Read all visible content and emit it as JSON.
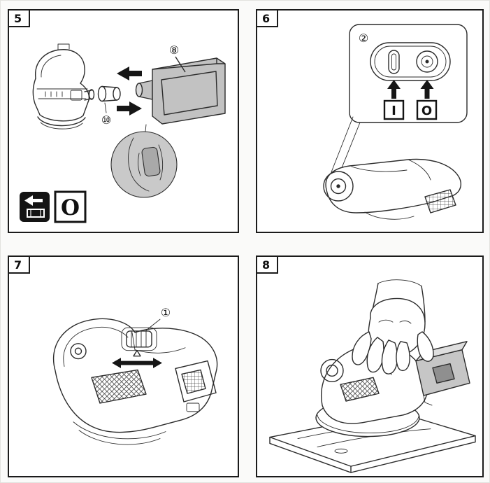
{
  "page": {
    "background": "#fafaf9",
    "panel_background": "#ffffff",
    "line_color": "#2b2b2b",
    "shade_gray": "#c2c2c2",
    "icon_black": "#141414"
  },
  "icons": {
    "eject_dust_box": "eject-dust-box-icon",
    "arrow_left": "arrow-left-icon",
    "arrow_right": "arrow-right-icon",
    "arrow_up": "arrow-up-icon",
    "double_arrow": "double-arrow-icon",
    "alignment_marker": "triangle-marker-icon"
  },
  "panels": [
    {
      "number": "5",
      "callouts": {
        "dust_box": "⑧",
        "dust_outlet": "⑩"
      },
      "switch_off_symbol": "O"
    },
    {
      "number": "6",
      "callouts": {
        "switch": "②"
      },
      "switch_on_symbol": "I",
      "switch_off_symbol": "O"
    },
    {
      "number": "7",
      "callouts": {
        "speed_switch": "①"
      }
    },
    {
      "number": "8",
      "callouts": {}
    }
  ]
}
